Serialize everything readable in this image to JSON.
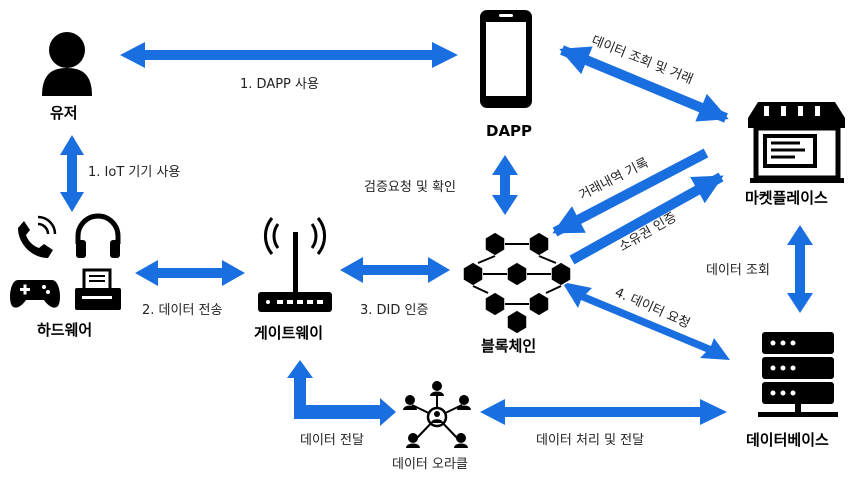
{
  "nodes": {
    "user": "유저",
    "dapp": "DAPP",
    "marketplace": "마켓플레이스",
    "hardware": "하드웨어",
    "gateway": "게이트웨이",
    "blockchain": "블록체인",
    "database": "데이터베이스",
    "oracle": "데이터 오라클"
  },
  "edges": {
    "dapp_use": "1. DAPP 사용",
    "iot_use": "1. IoT 기기 사용",
    "data_transfer": "2. 데이터 전송",
    "did_auth": "3. DID 인증",
    "verify": "검증요청 및 확인",
    "query_trade": "데이터 조회 및 거래",
    "trade_record": "거래내역 기록",
    "ownership": "소유권 인증",
    "data_query": "데이터 조회",
    "data_request": "4. 데이터 요청",
    "data_deliver": "데이터 전달",
    "process_deliver": "데이터 처리 및 전달"
  },
  "colors": {
    "arrow": "#1a6fe0",
    "icon": "#000000"
  }
}
